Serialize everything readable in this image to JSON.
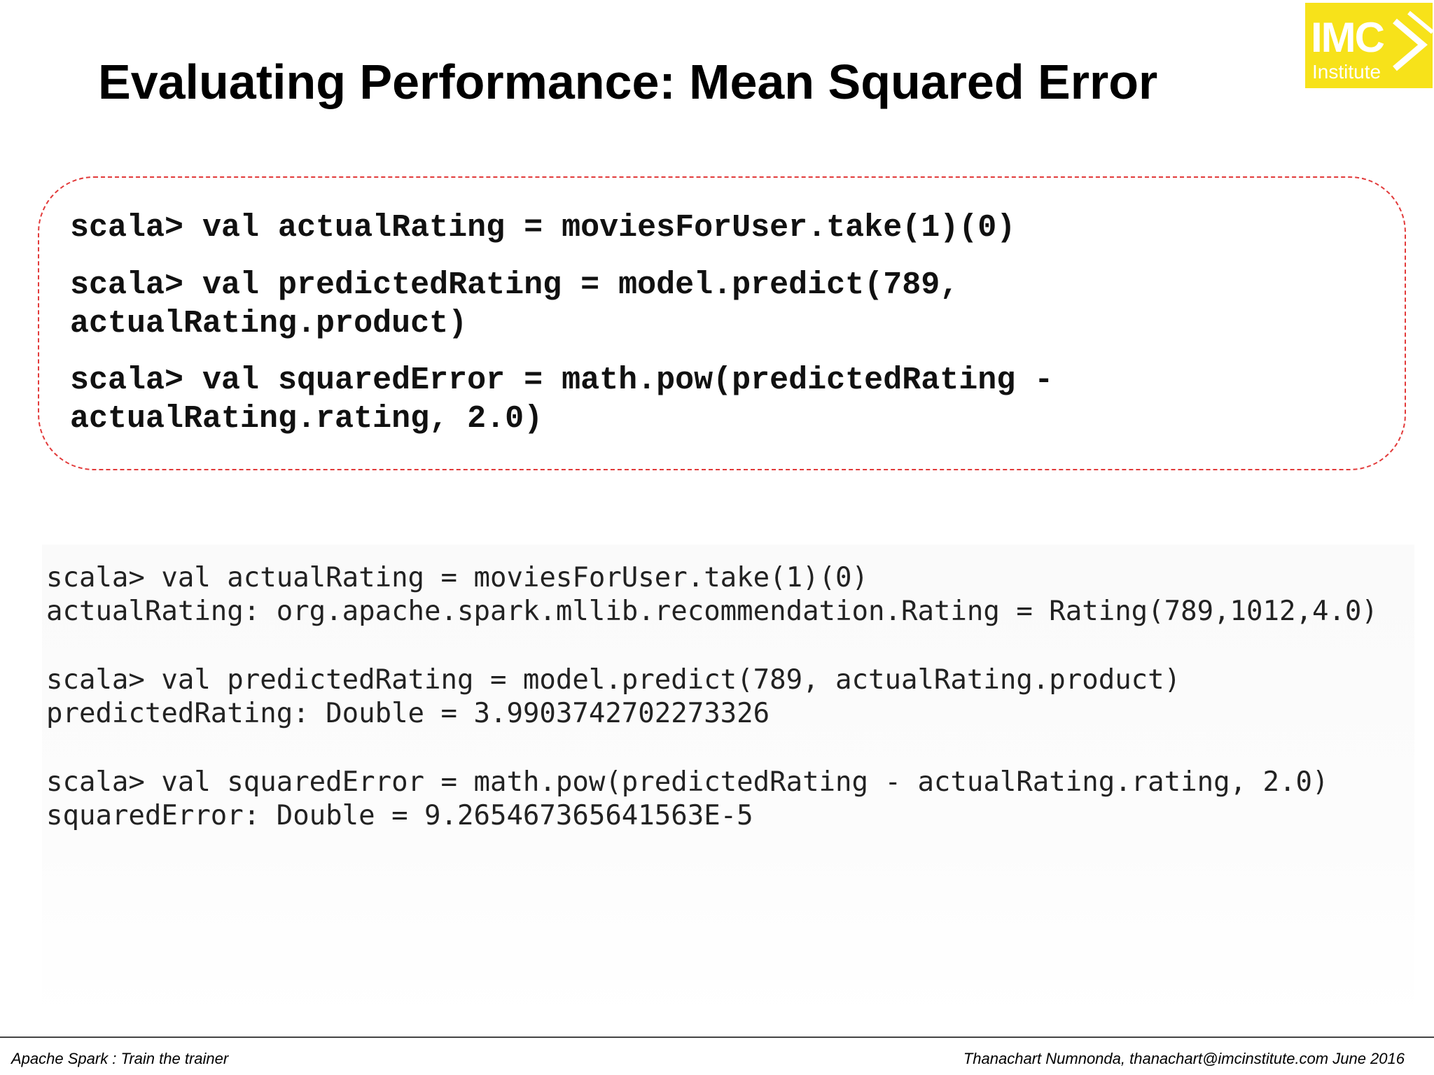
{
  "slide": {
    "title": "Evaluating Performance: Mean Squared Error"
  },
  "logo": {
    "main": "IMC",
    "sub": "Institute",
    "color": "#f7e21a"
  },
  "code_box": {
    "border_color": "#e23a3a",
    "line1": "scala> val actualRating = moviesForUser.take(1)(0)",
    "line2": "scala> val predictedRating = model.predict(789,\nactualRating.product)",
    "line3": "scala> val squaredError = math.pow(predictedRating -\nactualRating.rating, 2.0)"
  },
  "terminal": {
    "lines": [
      "scala> val actualRating = moviesForUser.take(1)(0)",
      "actualRating: org.apache.spark.mllib.recommendation.Rating = Rating(789,1012,4.0)",
      "scala> val predictedRating = model.predict(789, actualRating.product)",
      "predictedRating: Double = 3.9903742702273326",
      "scala> val squaredError = math.pow(predictedRating - actualRating.rating, 2.0)",
      "squaredError: Double = 9.265467365641563E-5"
    ]
  },
  "footer": {
    "left": "Apache Spark : Train the trainer",
    "right": "Thanachart Numnonda,  thanachart@imcinstitute.com  June 2016"
  }
}
